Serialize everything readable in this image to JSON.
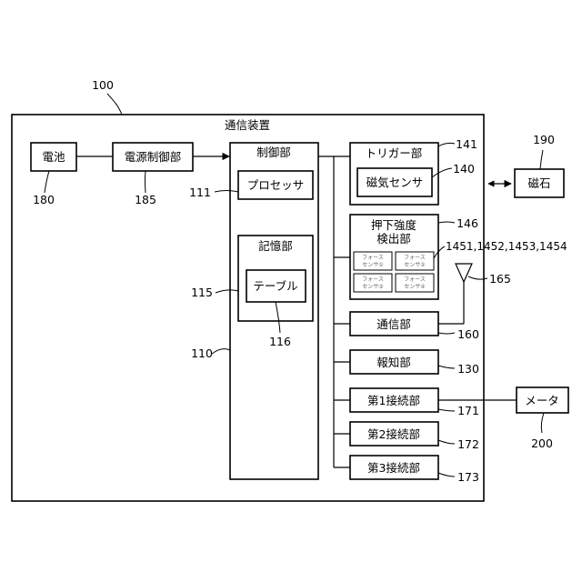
{
  "outer": {
    "ref": "100",
    "title": "通信装置"
  },
  "battery": {
    "label": "電池",
    "ref": "180"
  },
  "power_control": {
    "label": "電源制御部",
    "ref": "185"
  },
  "control": {
    "label": "制御部",
    "ref": "110"
  },
  "processor": {
    "label": "プロセッサ",
    "ref": "111"
  },
  "memory": {
    "label": "記憶部",
    "ref": "115"
  },
  "table": {
    "label": "テーブル",
    "ref": "116"
  },
  "trigger": {
    "label": "トリガー部",
    "ref": "141"
  },
  "magnetic_sensor": {
    "label": "磁気センサ",
    "ref": "140"
  },
  "magnet": {
    "label": "磁石",
    "ref": "190"
  },
  "press_detector": {
    "label_line1": "押下強度",
    "label_line2": "検出部",
    "ref": "146"
  },
  "force_sensors": {
    "ref": "1451,1452,1453,1454",
    "items": [
      {
        "line1": "フォース",
        "line2": "センサ①"
      },
      {
        "line1": "フォース",
        "line2": "センサ②"
      },
      {
        "line1": "フォース",
        "line2": "センサ③"
      },
      {
        "line1": "フォース",
        "line2": "センサ④"
      }
    ]
  },
  "antenna": {
    "ref": "165"
  },
  "comm": {
    "label": "通信部",
    "ref": "160"
  },
  "notify": {
    "label": "報知部",
    "ref": "130"
  },
  "conn1": {
    "label": "第1接続部",
    "ref": "171"
  },
  "conn2": {
    "label": "第2接続部",
    "ref": "172"
  },
  "conn3": {
    "label": "第3接続部",
    "ref": "173"
  },
  "meter": {
    "label": "メータ",
    "ref": "200"
  }
}
